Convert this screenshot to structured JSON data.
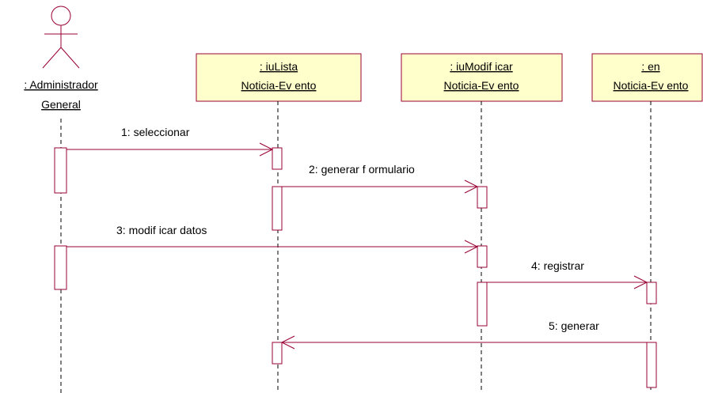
{
  "actor": {
    "line1": ": Administrador",
    "line2": "General"
  },
  "objects": [
    {
      "line1": ": iuLista",
      "line2": "Noticia-Ev ento"
    },
    {
      "line1": ": iuModif icar",
      "line2": "Noticia-Ev ento"
    },
    {
      "line1": ": en",
      "line2": "Noticia-Ev ento"
    }
  ],
  "messages": [
    {
      "label": "1: seleccionar"
    },
    {
      "label": "2: generar f ormulario"
    },
    {
      "label": "3: modif icar datos"
    },
    {
      "label": "4: registrar"
    },
    {
      "label": "5: generar"
    }
  ],
  "colors": {
    "object_fill": "#ffffcc",
    "object_border": "#990033",
    "arrow": "#990033",
    "activation_border": "#990033",
    "actor": "#990033",
    "lifeline": "#000000"
  }
}
